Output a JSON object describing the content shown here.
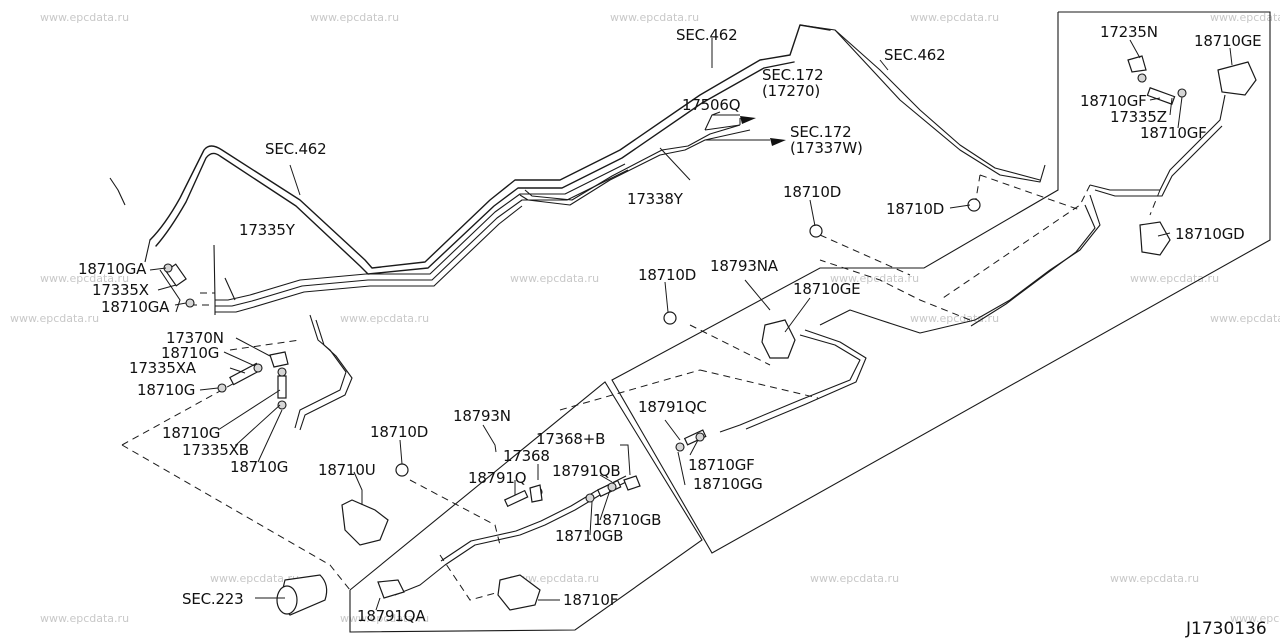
{
  "watermark": "www.epcdata.ru",
  "diagram_code": "J1730136",
  "labels": {
    "sec462_top": "SEC.462",
    "sec462_right": "SEC.462",
    "sec462_left": "SEC.462",
    "sec172_a": "SEC.172",
    "sec172_a_sub": "(17270)",
    "sec172_b": "SEC.172",
    "sec172_b_sub": "(17337W)",
    "p17506Q": "17506Q",
    "p17338Y": "17338Y",
    "p17335Y": "17335Y",
    "p18710GA_1": "18710GA",
    "p17335X": "17335X",
    "p18710GA_2": "18710GA",
    "p17370N": "17370N",
    "p18710G_1": "18710G",
    "p17335XA": "17335XA",
    "p18710G_2": "18710G",
    "p18710G_3": "18710G",
    "p17335XB": "17335XB",
    "p18710G_4": "18710G",
    "p17235N": "17235N",
    "p18710GE_1": "18710GE",
    "p18710GF_1": "18710GF",
    "p17335Z": "17335Z",
    "p18710GF_2": "18710GF",
    "p18710D_1": "18710D",
    "p18710D_2": "18710D",
    "p18710GD": "18710GD",
    "p18710D_3": "18710D",
    "p18793NA": "18793NA",
    "p18710GE_2": "18710GE",
    "p18791QC": "18791QC",
    "p18710GF_3": "18710GF",
    "p18710GG": "18710GG",
    "p18710D_4": "18710D",
    "p18793N": "18793N",
    "p17368B": "17368+B",
    "p17368": "17368",
    "p18791Q": "18791Q",
    "p18791QB": "18791QB",
    "p18710U": "18710U",
    "p18710GB_1": "18710GB",
    "p18710GB_2": "18710GB",
    "sec223": "SEC.223",
    "p18791QA": "18791QA",
    "p18710F": "18710F"
  }
}
